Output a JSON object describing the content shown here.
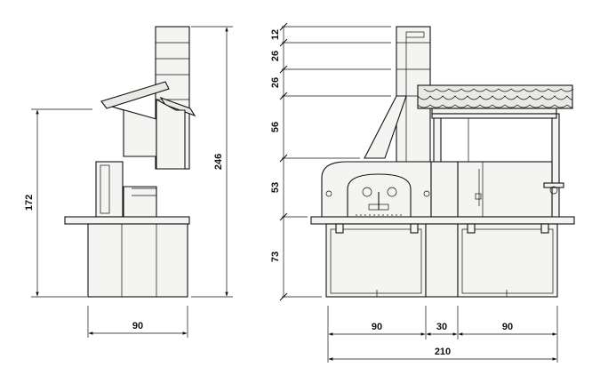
{
  "drawing": {
    "side_view": {
      "dimensions": {
        "height_total": "246",
        "height_worktop": "172",
        "depth": "90"
      }
    },
    "front_view": {
      "dimensions": {
        "chimney_segments": [
          "12",
          "26",
          "26",
          "56",
          "53",
          "73"
        ],
        "width_oven": "90",
        "width_gap": "30",
        "width_grill": "90",
        "width_total": "210"
      }
    }
  }
}
